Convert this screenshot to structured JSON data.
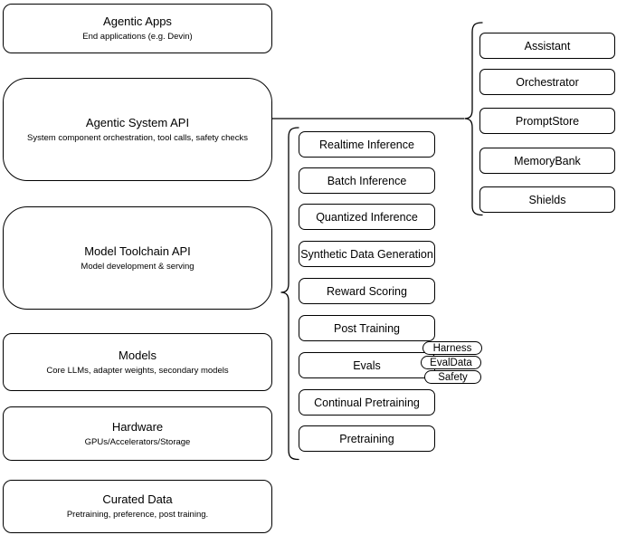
{
  "layers": [
    {
      "title": "Agentic Apps",
      "subtitle": "End applications (e.g. Devin)"
    },
    {
      "title": "Agentic System API",
      "subtitle": "System component orchestration, tool calls, safety checks"
    },
    {
      "title": "Model Toolchain API",
      "subtitle": "Model development & serving"
    },
    {
      "title": "Models",
      "subtitle": "Core LLMs, adapter weights, secondary models"
    },
    {
      "title": "Hardware",
      "subtitle": "GPUs/Accelerators/Storage"
    },
    {
      "title": "Curated Data",
      "subtitle": "Pretraining, preference, post training."
    }
  ],
  "toolchain": {
    "items": [
      {
        "label": "Realtime Inference"
      },
      {
        "label": "Batch Inference"
      },
      {
        "label": "Quantized Inference"
      },
      {
        "label": "Synthetic Data Generation"
      },
      {
        "label": "Reward Scoring"
      },
      {
        "label": "Post Training"
      },
      {
        "label": "Evals"
      },
      {
        "label": "Continual Pretraining"
      },
      {
        "label": "Pretraining"
      }
    ],
    "evals_tags": [
      {
        "label": "Harness"
      },
      {
        "label": "EvalData"
      },
      {
        "label": "Safety"
      }
    ]
  },
  "system": {
    "items": [
      {
        "label": "Assistant"
      },
      {
        "label": "Orchestrator"
      },
      {
        "label": "PromptStore"
      },
      {
        "label": "MemoryBank"
      },
      {
        "label": "Shields"
      }
    ]
  },
  "colors": {
    "stroke": "#000000",
    "fill": "#ffffff",
    "background": "#ffffff"
  }
}
